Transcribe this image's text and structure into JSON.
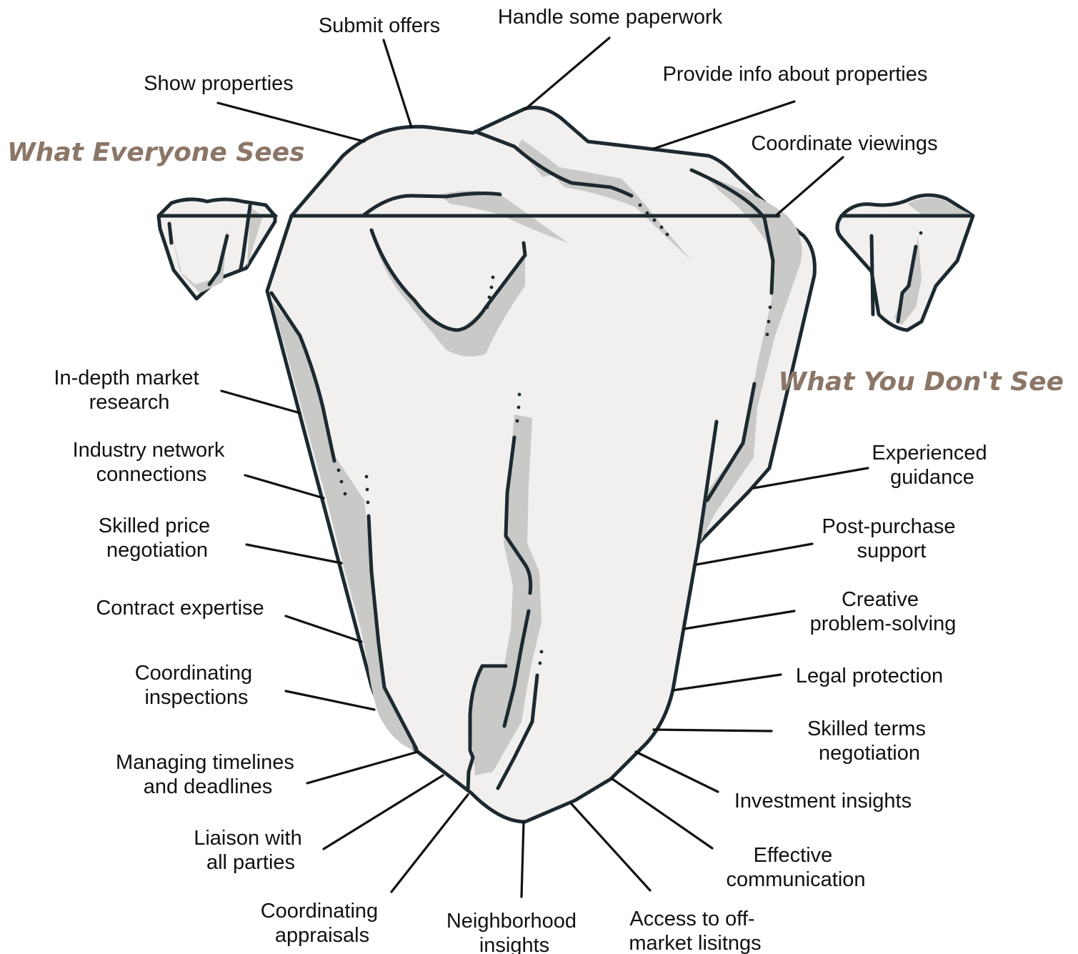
{
  "headings": {
    "above": "What Everyone Sees",
    "below": "What You Don't See"
  },
  "colors": {
    "heading": "#8b7667",
    "ice_fill": "#f1f0ee",
    "ice_shadow": "#c9c9c7",
    "outline": "#1c2a30",
    "text": "#111111"
  },
  "visible_tasks": [
    "Submit offers",
    "Handle some paperwork",
    "Show properties",
    "Provide info about properties",
    "Coordinate viewings"
  ],
  "hidden_tasks_left": [
    [
      "In-depth market",
      "research"
    ],
    [
      "Industry network",
      "connections"
    ],
    [
      "Skilled price",
      "negotiation"
    ],
    [
      "Contract expertise"
    ],
    [
      "Coordinating",
      "inspections"
    ],
    [
      "Managing timelines",
      "and deadlines"
    ],
    [
      "Liaison with",
      "all parties"
    ],
    [
      "Coordinating",
      "appraisals"
    ]
  ],
  "hidden_tasks_bottom": [
    [
      "Neighborhood",
      "insights"
    ],
    [
      "Access to off-",
      "market lisitngs"
    ]
  ],
  "hidden_tasks_right": [
    [
      "Experienced",
      "guidance"
    ],
    [
      "Post-purchase",
      "support"
    ],
    [
      "Creative",
      "problem-solving"
    ],
    [
      "Legal protection"
    ],
    [
      "Skilled terms",
      "negotiation"
    ],
    [
      "Investment insights"
    ],
    [
      "Effective",
      "communication"
    ]
  ]
}
